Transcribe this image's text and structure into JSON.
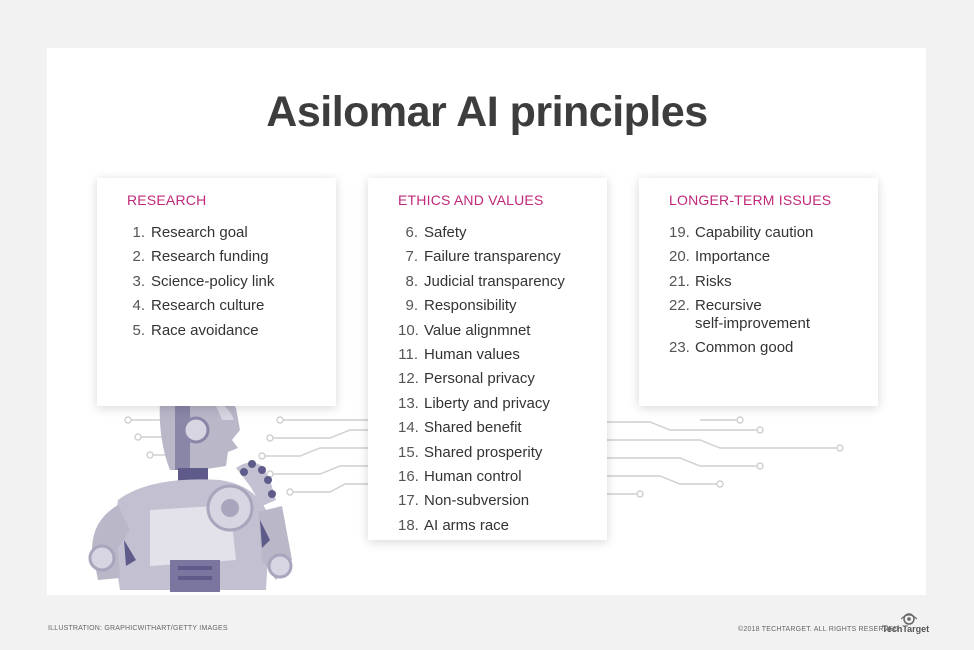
{
  "title": "Asilomar AI principles",
  "colors": {
    "heading_accent": "#c0287a",
    "text": "#3b3b3b",
    "robot_body": "#b6b4c4",
    "robot_accent": "#5e5a8a",
    "circuit_lines": "#c9c9c9"
  },
  "sections": [
    {
      "heading": "RESEARCH",
      "items": [
        {
          "num": "1.",
          "label": "Research goal"
        },
        {
          "num": "2.",
          "label": "Research funding"
        },
        {
          "num": "3.",
          "label": "Science-policy link"
        },
        {
          "num": "4.",
          "label": "Research culture"
        },
        {
          "num": "5.",
          "label": "Race avoidance"
        }
      ]
    },
    {
      "heading": "ETHICS AND VALUES",
      "items": [
        {
          "num": "6.",
          "label": "Safety"
        },
        {
          "num": "7.",
          "label": "Failure transparency"
        },
        {
          "num": "8.",
          "label": "Judicial transparency"
        },
        {
          "num": "9.",
          "label": "Responsibility"
        },
        {
          "num": "10.",
          "label": "Value alignmnet"
        },
        {
          "num": "11.",
          "label": "Human values"
        },
        {
          "num": "12.",
          "label": "Personal privacy"
        },
        {
          "num": "13.",
          "label": "Liberty and privacy"
        },
        {
          "num": "14.",
          "label": "Shared benefit"
        },
        {
          "num": "15.",
          "label": "Shared prosperity"
        },
        {
          "num": "16.",
          "label": "Human control"
        },
        {
          "num": "17.",
          "label": "Non-subversion"
        },
        {
          "num": "18.",
          "label": "AI arms race"
        }
      ]
    },
    {
      "heading": "LONGER-TERM ISSUES",
      "items": [
        {
          "num": "19.",
          "label": "Capability caution"
        },
        {
          "num": "20.",
          "label": "Importance"
        },
        {
          "num": "21.",
          "label": "Risks"
        },
        {
          "num": "22.",
          "label": "Recursive\nself-improvement"
        },
        {
          "num": "23.",
          "label": "Common good"
        }
      ]
    }
  ],
  "footer": {
    "credit": "ILLUSTRATION: GRAPHICWITHART/GETTY IMAGES",
    "copyright": "©2018 TECHTARGET. ALL RIGHTS RESERVED",
    "logo_text": "TechTarget"
  },
  "icons": {
    "robot": "robot-illustration",
    "circuits": "circuit-lines",
    "logo": "techtarget-logo"
  }
}
